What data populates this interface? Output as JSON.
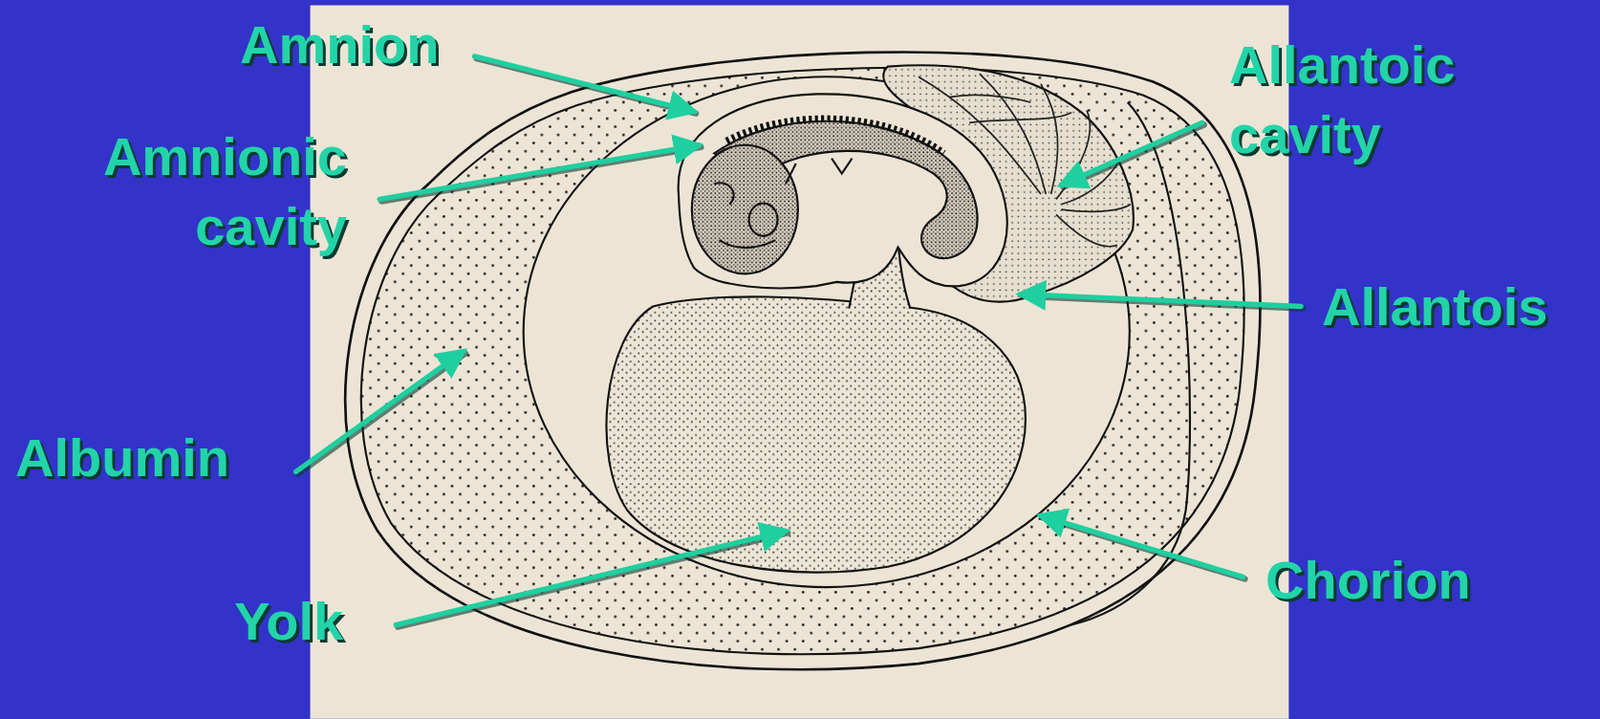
{
  "diagram": {
    "labels": [
      "Amnion",
      "Amnionic cavity",
      "Allantoic cavity",
      "Allantois",
      "Albumin",
      "Yolk",
      "Chorion"
    ]
  }
}
